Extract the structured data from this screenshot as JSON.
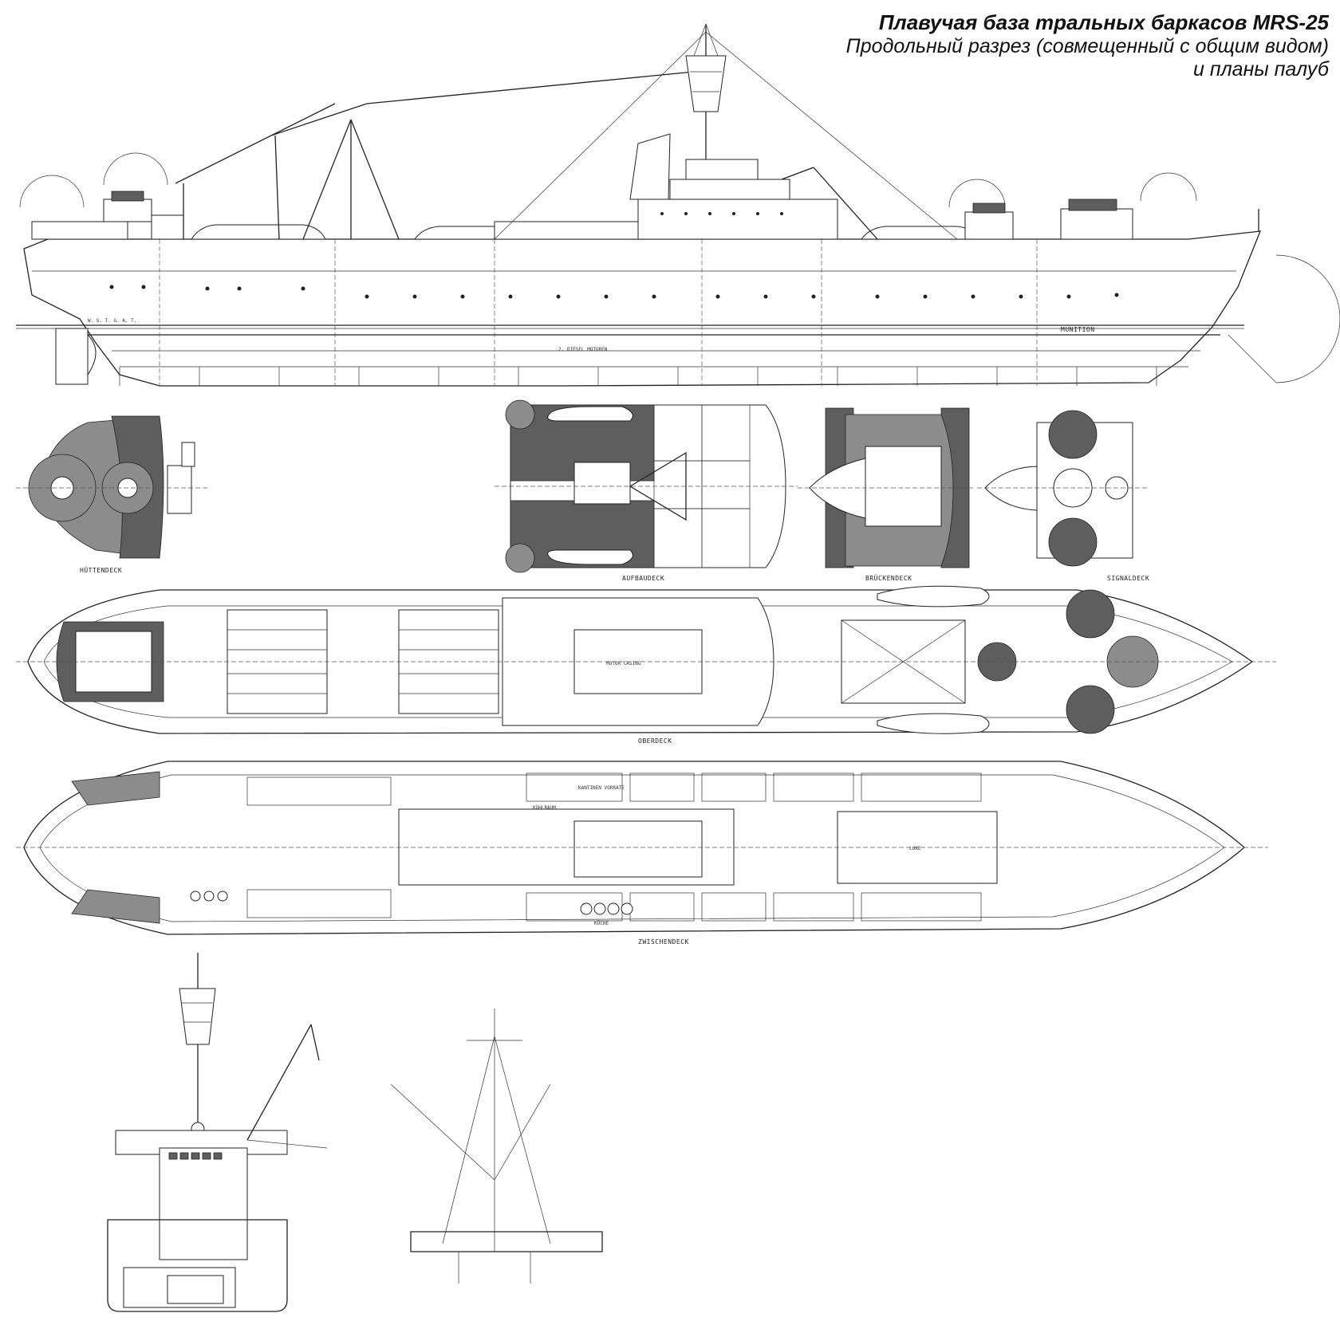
{
  "title": {
    "line1": "Плавучая база тральных баркасов MRS-25",
    "line2": "Продольный разрез (совмещенный с общим видом)",
    "line3": "и планы палуб"
  },
  "deck_labels": {
    "huttendeck": "HÜTTENDECK",
    "aufbaudeck": "AUFBAUDECK",
    "bruckendeck": "BRÜCKENDECK",
    "signaldeck": "SIGNALDECK",
    "oberdeck": "OBERDECK",
    "zwischendeck": "ZWISCHENDECK"
  },
  "side_view_labels": {
    "munition": "MUNITION",
    "motor_room": "2. DIESEL MOTOREN",
    "waterline": "W. S. T. G. A. T."
  },
  "room_labels": {
    "motor_casing": "MOTOR CASING",
    "luke": "LUKE",
    "kuche": "KÜCHE",
    "kuhlraum": "KÜHLRAUM",
    "kantinen": "KANTINEN VORRATE"
  },
  "colors": {
    "ink": "#222222",
    "dark_fill": "#5e5e5e",
    "mid_fill": "#8c8c8c",
    "paper": "#ffffff"
  }
}
